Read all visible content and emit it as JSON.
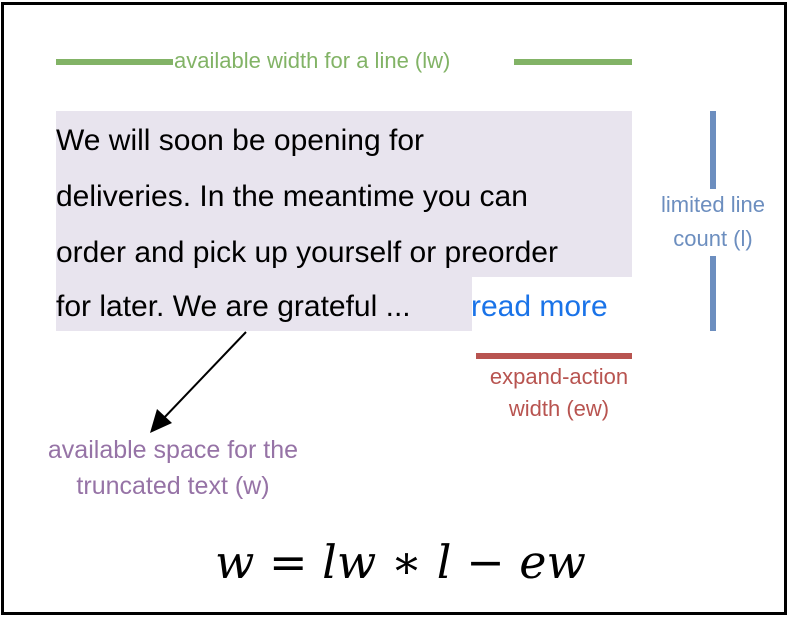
{
  "colors": {
    "line_width": "#82b366",
    "line_count": "#6c8ebf",
    "expand_action": "#b85450",
    "truncated_space": "#9673a6",
    "highlight": "#e8e4ee",
    "link": "#1a73e8"
  },
  "labels": {
    "line_width": "available width for a line (lw)",
    "line_count_1": "limited line",
    "line_count_2": "count (l)",
    "expand_action_1": "expand-action",
    "expand_action_2": "width (ew)",
    "truncated_space_1": "available space for the",
    "truncated_space_2": "truncated text (w)"
  },
  "sample_text": {
    "lines": [
      "We will soon be opening for",
      "deliveries. In the meantime you can",
      "order and pick up yourself or preorder",
      "for later. We are grateful ..."
    ],
    "expand_link": "read more"
  },
  "formula": "w = lw ∗ l − ew"
}
